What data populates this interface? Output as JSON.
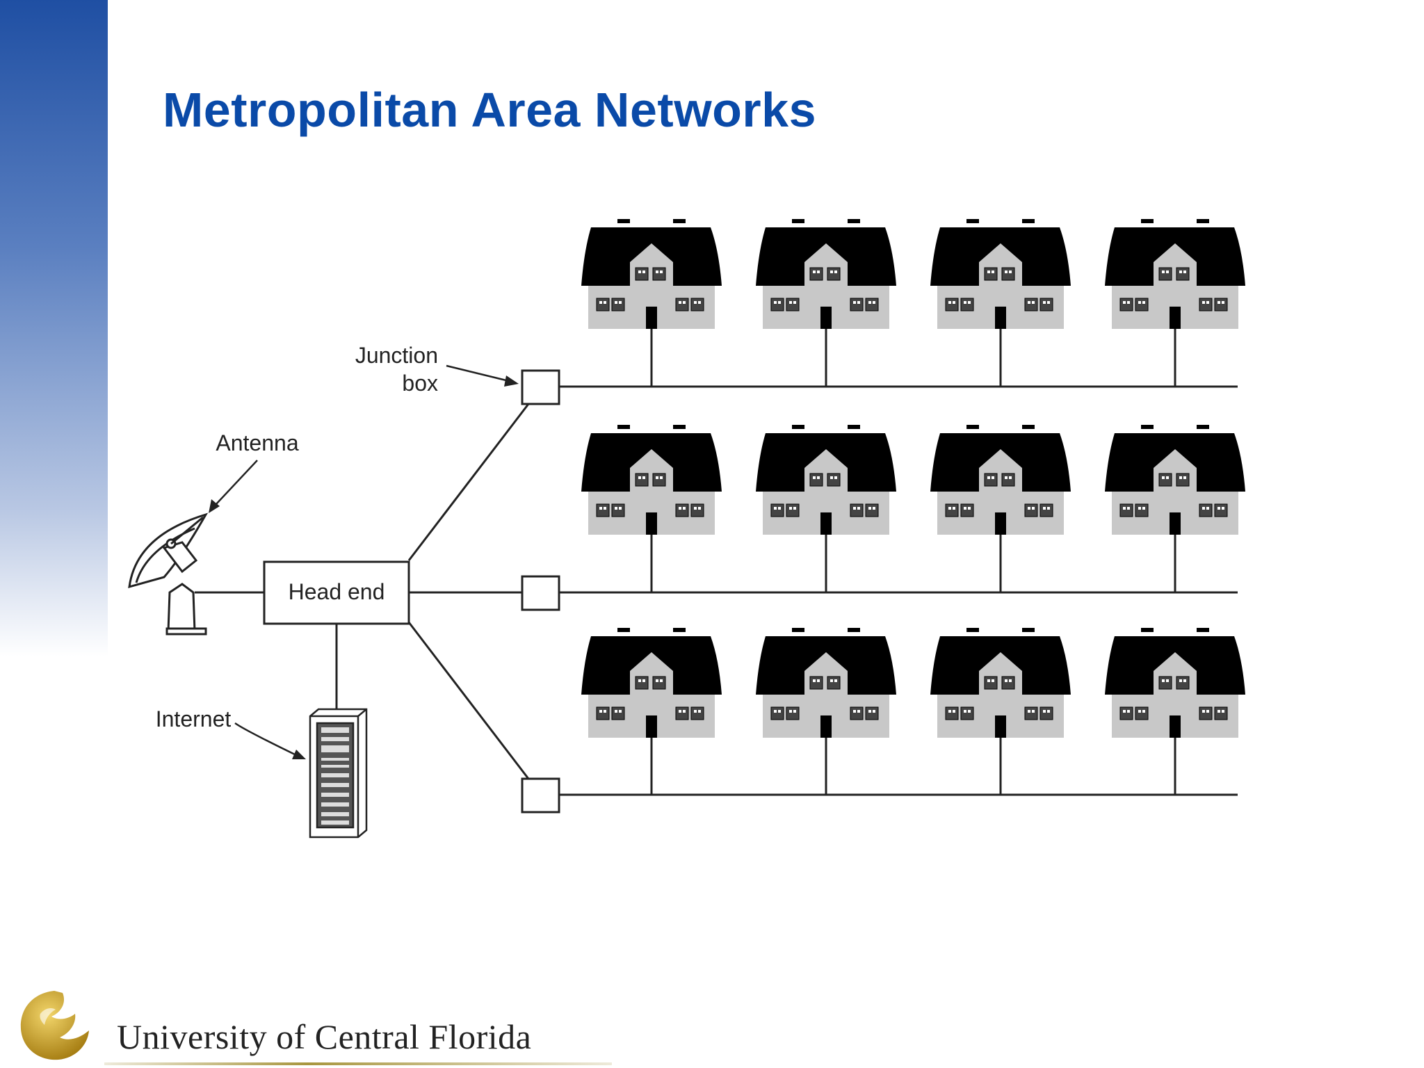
{
  "slide": {
    "title": "Metropolitan Area Networks",
    "footer": "University of Central Florida"
  },
  "diagram": {
    "nodes": {
      "head_end": "Head end",
      "antenna": "Antenna",
      "internet": "Internet",
      "junction_box_line1": "Junction",
      "junction_box_line2": "box"
    },
    "rows": 3,
    "houses_per_row": 4
  },
  "colors": {
    "title": "#0a4aa8",
    "house_roof": "#000000",
    "house_wall": "#c8c8c8",
    "line": "#222222"
  }
}
